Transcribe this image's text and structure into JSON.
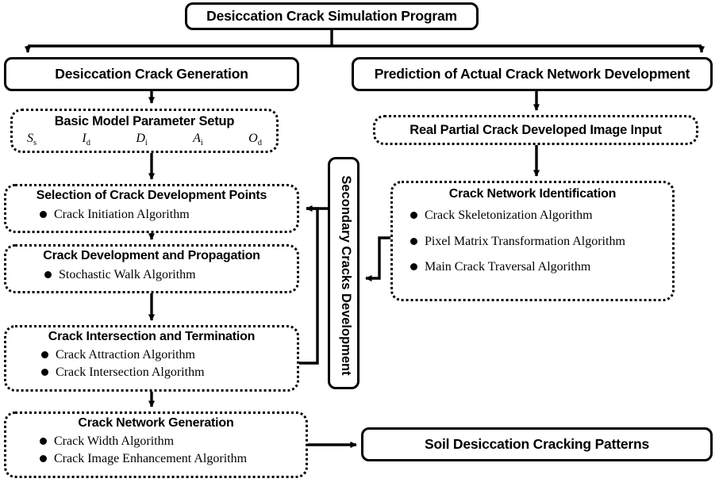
{
  "diagram": {
    "root": {
      "label": "Desiccation Crack Simulation Program"
    },
    "branch_left": {
      "label": "Desiccation Crack Generation"
    },
    "branch_right": {
      "label": "Prediction of Actual Crack Network Development"
    },
    "params": {
      "label": "Basic Model Parameter Setup",
      "symbols": [
        {
          "base": "S",
          "sub": "s"
        },
        {
          "base": "I",
          "sub": "d"
        },
        {
          "base": "D",
          "sub": "i"
        },
        {
          "base": "A",
          "sub": "i"
        },
        {
          "base": "O",
          "sub": "d"
        }
      ]
    },
    "image_input": {
      "label": "Real Partial Crack Developed Image Input"
    },
    "selection": {
      "label": "Selection of Crack Development Points",
      "items": [
        "Crack Initiation Algorithm"
      ]
    },
    "development": {
      "label": "Crack Development and Propagation",
      "items": [
        "Stochastic Walk Algorithm"
      ]
    },
    "intersection": {
      "label": "Crack Intersection and Termination",
      "items": [
        "Crack Attraction Algorithm",
        "Crack Intersection Algorithm"
      ]
    },
    "network_generation": {
      "label": "Crack Network Generation",
      "items": [
        "Crack Width Algorithm",
        "Crack Image Enhancement Algorithm"
      ]
    },
    "identification": {
      "label": "Crack Network Identification",
      "items": [
        "Crack Skeletonization Algorithm",
        "Pixel Matrix Transformation Algorithm",
        "Main Crack Traversal Algorithm"
      ]
    },
    "secondary": {
      "label": "Secondary Cracks Development"
    },
    "output": {
      "label": "Soil Desiccation Cracking Patterns"
    },
    "colors": {
      "line": "#000000",
      "background": "#ffffff",
      "text": "#000000"
    }
  }
}
